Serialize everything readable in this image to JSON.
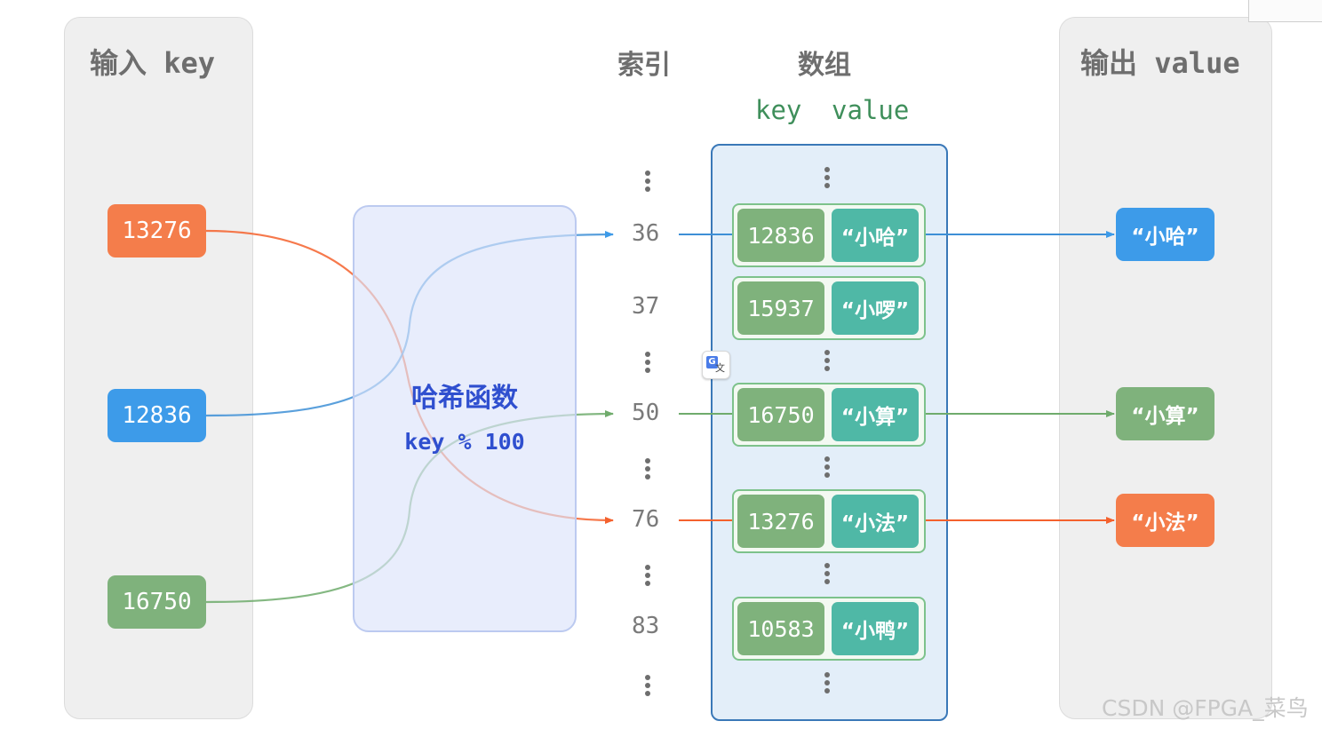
{
  "input_panel": {
    "title": "输入 key",
    "keys": [
      "13276",
      "12836",
      "16750"
    ]
  },
  "hash_function": {
    "title": "哈希函数",
    "formula": "key % 100"
  },
  "index_column": {
    "title": "索引",
    "indices": [
      "36",
      "37",
      "50",
      "76",
      "83"
    ]
  },
  "array_column": {
    "title": "数组",
    "header_key": "key",
    "header_value": "value",
    "buckets": [
      {
        "key": "12836",
        "value": "“小哈”"
      },
      {
        "key": "15937",
        "value": "“小啰”"
      },
      {
        "key": "16750",
        "value": "“小算”"
      },
      {
        "key": "13276",
        "value": "“小法”"
      },
      {
        "key": "10583",
        "value": "“小鸭”"
      }
    ]
  },
  "output_panel": {
    "title": "输出 value",
    "values": [
      "“小哈”",
      "“小算”",
      "“小法”"
    ]
  },
  "colors": {
    "orange": "#f47d4b",
    "blue": "#3d9be9",
    "green": "#7fb27c",
    "teal": "#4fb8a6",
    "hash_text": "#2f4fcf"
  },
  "watermark": "CSDN @FPGA_菜鸟"
}
